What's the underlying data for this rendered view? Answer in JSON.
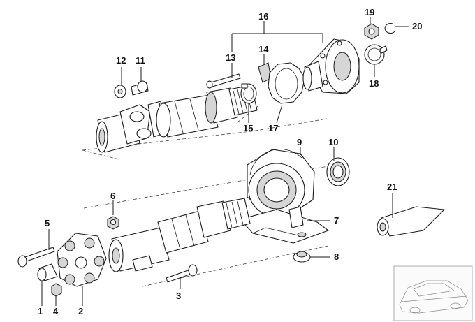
{
  "callouts": [
    {
      "id": "1",
      "text": "1"
    },
    {
      "id": "2",
      "text": "2"
    },
    {
      "id": "3",
      "text": "3"
    },
    {
      "id": "4",
      "text": "4"
    },
    {
      "id": "5",
      "text": "5"
    },
    {
      "id": "6",
      "text": "6"
    },
    {
      "id": "7",
      "text": "7"
    },
    {
      "id": "8",
      "text": "8"
    },
    {
      "id": "9",
      "text": "9"
    },
    {
      "id": "10",
      "text": "10"
    },
    {
      "id": "11",
      "text": "11"
    },
    {
      "id": "12",
      "text": "12"
    },
    {
      "id": "13",
      "text": "13"
    },
    {
      "id": "14",
      "text": "14"
    },
    {
      "id": "15",
      "text": "15"
    },
    {
      "id": "16",
      "text": "16"
    },
    {
      "id": "17",
      "text": "17"
    },
    {
      "id": "18",
      "text": "18"
    },
    {
      "id": "19",
      "text": "19"
    },
    {
      "id": "20",
      "text": "20"
    },
    {
      "id": "21",
      "text": "21"
    }
  ],
  "thumbnail": {
    "icon": "car-silhouette-icon"
  }
}
